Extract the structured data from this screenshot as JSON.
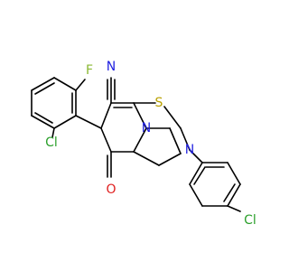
{
  "atoms": {
    "fluorine": {
      "label": "F",
      "color": "#8ab833"
    },
    "chlorine_aryl": {
      "label": "Cl",
      "color": "#2ca02c"
    },
    "chlorine_phenyl": {
      "label": "Cl",
      "color": "#2ca02c"
    },
    "nitrile_n": {
      "label": "N",
      "color": "#1f1fe0"
    },
    "sulfur": {
      "label": "S",
      "color": "#b8a000"
    },
    "ring_n_a": {
      "label": "N",
      "color": "#1f1fe0"
    },
    "ring_n_b": {
      "label": "N",
      "color": "#1f1fe0"
    },
    "oxygen": {
      "label": "O",
      "color": "#e02020"
    }
  }
}
